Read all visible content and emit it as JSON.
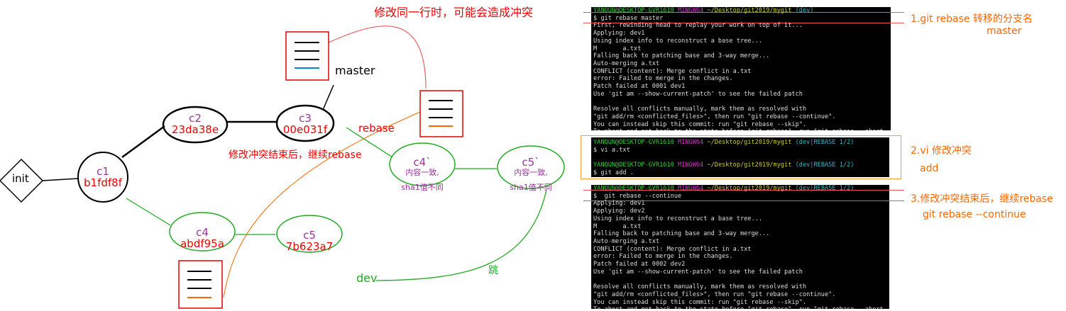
{
  "diagram": {
    "title_note": "修改同一行时，可能会造成冲突",
    "continue_note": "修改冲突结束后，继续rebase",
    "rebase_label": "rebase",
    "master_label": "master",
    "dev_label": "dev",
    "jump_label": "跳",
    "init": "init",
    "nodes": {
      "c1": {
        "name": "c1",
        "sha": "b1fdf8f"
      },
      "c2": {
        "name": "c2",
        "sha": "23da38e"
      },
      "c3": {
        "name": "c3",
        "sha": "00e031f"
      },
      "c4": {
        "name": "c4",
        "sha": "abdf95a"
      },
      "c5": {
        "name": "c5",
        "sha": "7b623a7"
      },
      "c4p": {
        "name": "c4`",
        "note1": "内容一致,",
        "note2": "sha1值不同"
      },
      "c5p": {
        "name": "c5`",
        "note1": "内容一致,",
        "note2": "sha1值不同"
      }
    }
  },
  "terminals": [
    {
      "user": "YANQUN@DESKTOP-GVR1610",
      "sys": "MINGW64",
      "path": "~/Desktop/git2019/mygit",
      "branch": "(dev)",
      "lines": [
        "$ git rebase master",
        "First, rewinding head to replay your work on top of it...",
        "Applying: dev1",
        "Using index info to reconstruct a base tree...",
        "M       a.txt",
        "Falling back to patching base and 3-way merge...",
        "Auto-merging a.txt",
        "CONFLICT (content): Merge conflict in a.txt",
        "error: Failed to merge in the changes.",
        "Patch failed at 0001 dev1",
        "Use 'git am --show-current-patch' to see the failed patch",
        "",
        "Resolve all conflicts manually, mark them as resolved with",
        "\"git add/rm <conflicted_files>\", then run \"git rebase --continue\".",
        "You can instead skip this commit: run \"git rebase --skip\".",
        "To abort and get back to the state before \"git rebase\", run \"git rebase --abort",
        "\"."
      ]
    },
    {
      "user": "YANQUN@DESKTOP-GVR1610",
      "sys": "MINGW64",
      "path": "~/Desktop/git2019/mygit",
      "branch": "(dev|REBASE 1/2)",
      "lines": [
        "$ vi a.txt",
        ""
      ],
      "user2": "YANQUN@DESKTOP-GVR1610",
      "sys2": "MINGW64",
      "path2": "~/Desktop/git2019/mygit",
      "branch2": "(dev|REBASE 1/2)",
      "lines2": [
        "$ git add ."
      ]
    },
    {
      "user": "YANQUN@DESKTOP-GVR1610",
      "sys": "MINGW64",
      "path": "~/Desktop/git2019/mygit",
      "branch": "(dev|REBASE 1/2)",
      "lines": [
        "$  git rebase --continue",
        "Applying: dev1",
        "Applying: dev2",
        "Using index info to reconstruct a base tree...",
        "M       a.txt",
        "Falling back to patching base and 3-way merge...",
        "Auto-merging a.txt",
        "CONFLICT (content): Merge conflict in a.txt",
        "error: Failed to merge in the changes.",
        "Patch failed at 0002 dev2",
        "Use 'git am --show-current-patch' to see the failed patch",
        "",
        "Resolve all conflicts manually, mark them as resolved with",
        "\"git add/rm <conflicted_files>\", then run \"git rebase --continue\".",
        "You can instead skip this commit: run \"git rebase --skip\".",
        "To abort and get back to the state before \"git rebase\", run \"git rebase --abort",
        "\"."
      ]
    }
  ],
  "annotations": [
    {
      "title": "1.git rebase 转移的分支名",
      "sub": "master"
    },
    {
      "title": "2.vi 修改冲突",
      "sub": "add"
    },
    {
      "title": "3.修改冲突结束后，继续rebase",
      "sub": "git rebase --continue"
    }
  ]
}
